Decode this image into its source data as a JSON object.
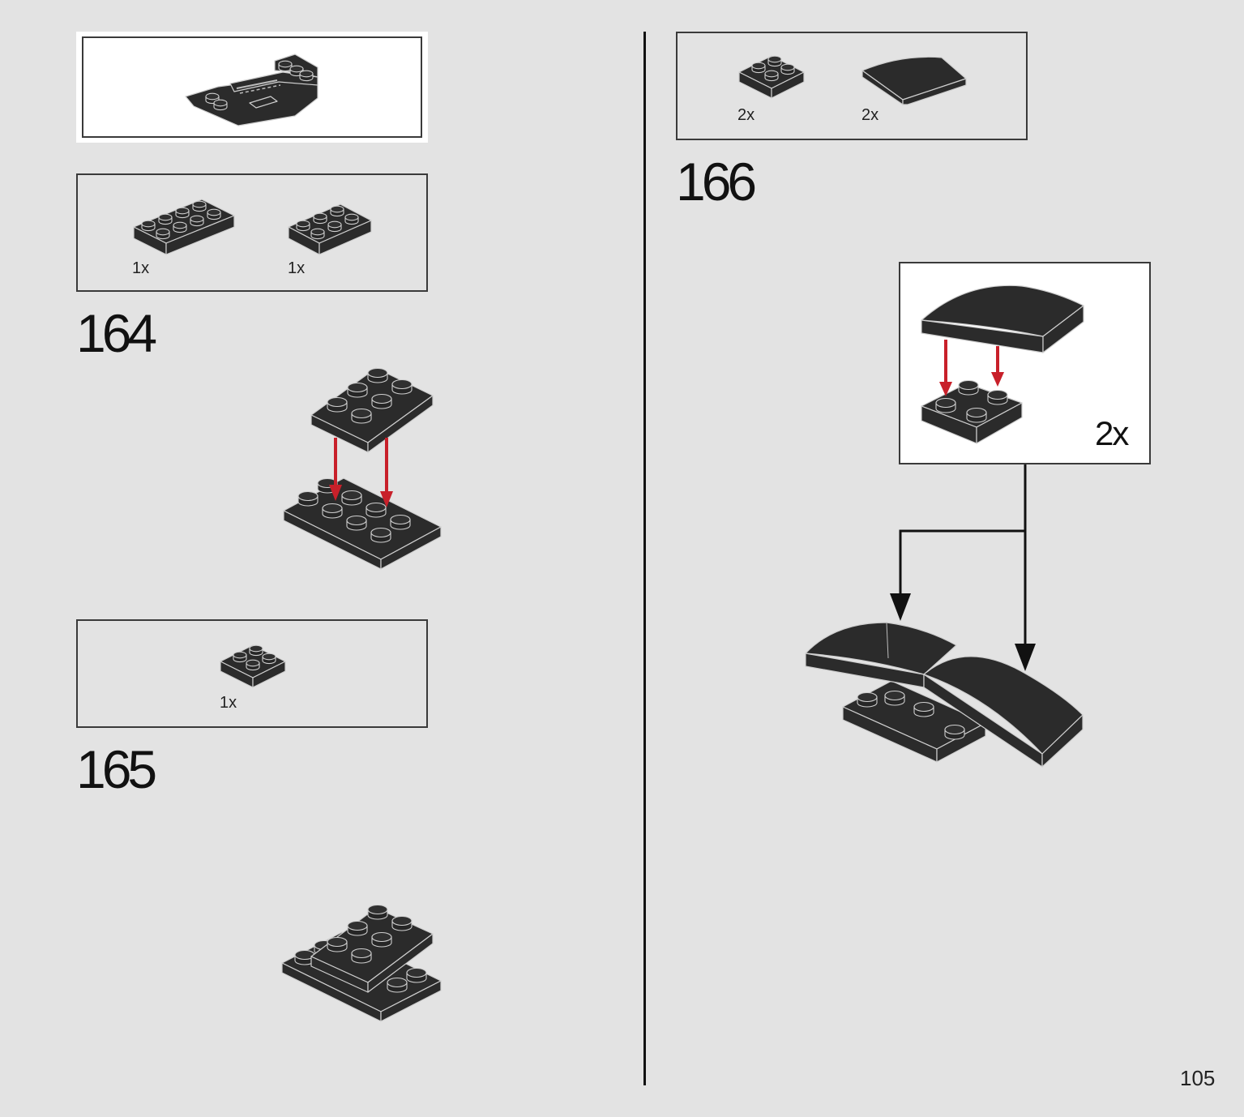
{
  "left": {
    "preview": {
      "image": "assembled-model-preview"
    },
    "step164": {
      "number": "164",
      "parts": [
        {
          "qty": "1x",
          "part": "plate-2x4-black"
        },
        {
          "qty": "1x",
          "part": "plate-2x3-black"
        }
      ]
    },
    "step165": {
      "number": "165",
      "parts": [
        {
          "qty": "1x",
          "part": "plate-2x2-black"
        }
      ]
    }
  },
  "right": {
    "step166": {
      "number": "166",
      "parts": [
        {
          "qty": "2x",
          "part": "plate-2x2-black"
        },
        {
          "qty": "2x",
          "part": "curved-slope-black"
        }
      ],
      "subassembly": {
        "multiplier": "2x"
      }
    }
  },
  "page_number": "105",
  "colors": {
    "background": "#e3e3e3",
    "brick": "#2b2b2b",
    "arrow_red": "#c8202a",
    "frame": "#3a3a3a"
  }
}
